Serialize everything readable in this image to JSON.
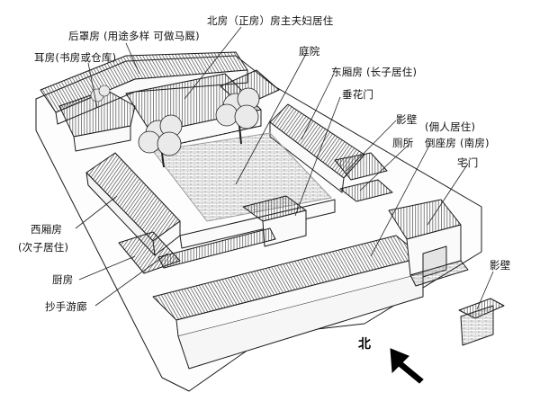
{
  "labels": {
    "back_row_house": "后罩房 (用途多样 可做马厩)",
    "main_house": "北房（正房）房主夫妇居住",
    "ear_house": "耳房(书房或仓库)",
    "courtyard": "庭院",
    "east_wing": "东厢房 (长子居住)",
    "hanging_flower_gate": "垂花门",
    "screen_wall_inner": "影壁",
    "servant_note": "(佣人居住)",
    "toilet": "厕所",
    "south_house": "倒座房 (南房)",
    "house_gate": "宅门",
    "west_wing": "西厢房",
    "west_wing_note": "(次子居住)",
    "kitchen": "厨房",
    "corridor": "抄手游廊",
    "screen_wall_outer": "影壁",
    "north_marker": "北"
  },
  "colors": {
    "ink": "#1a1a1a",
    "paper": "#ffffff",
    "roof_fill": "#f2f2f2",
    "wall_fill": "#fafafa"
  }
}
